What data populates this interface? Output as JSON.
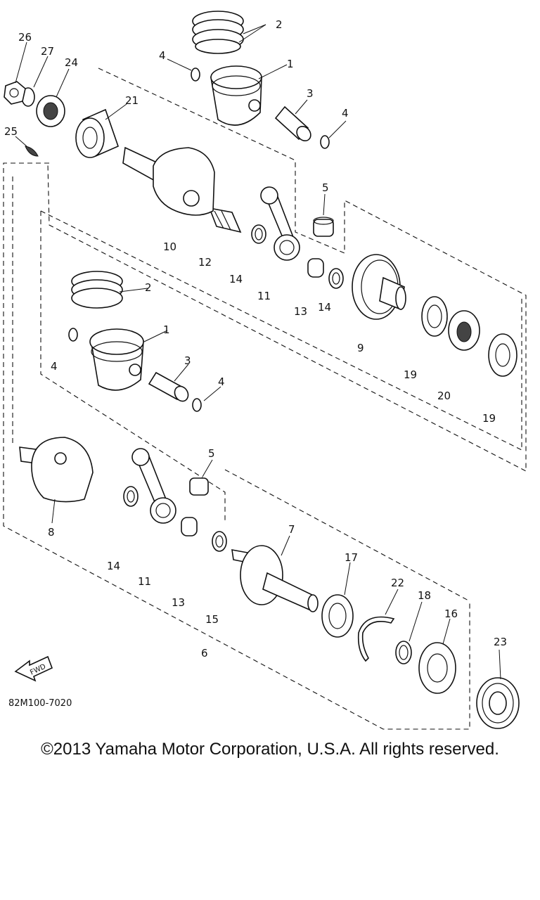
{
  "diagram": {
    "drawing_code": "82M100-7020",
    "fwd_label": "FWD",
    "callouts": {
      "c1a": "1",
      "c2a": "2",
      "c3a": "3",
      "c4a": "4",
      "c4b": "4",
      "c5a": "5",
      "c9": "9",
      "c10": "10",
      "c11a": "11",
      "c12": "12",
      "c13a": "13",
      "c14a": "14",
      "c14b": "14",
      "c19a": "19",
      "c19b": "19",
      "c20": "20",
      "c21": "21",
      "c24": "24",
      "c25": "25",
      "c26": "26",
      "c27": "27",
      "c1b": "1",
      "c2b": "2",
      "c3b": "3",
      "c4c": "4",
      "c4d": "4",
      "c5b": "5",
      "c8": "8",
      "c14c": "14",
      "c11b": "11",
      "c13b": "13",
      "c15": "15",
      "c7": "7",
      "c17": "17",
      "c22": "22",
      "c18": "18",
      "c16": "16",
      "c23": "23",
      "c6": "6"
    }
  },
  "footer": {
    "copyright": "©2013 Yamaha Motor Corporation, U.S.A. All rights reserved."
  }
}
